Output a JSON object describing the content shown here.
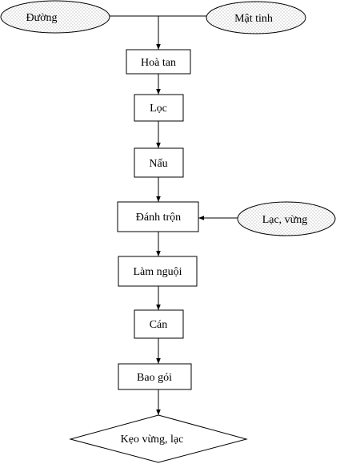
{
  "diagram": {
    "inputs": {
      "duong": "Đường",
      "mat_tinh": "Mật tinh",
      "lac_vung": "Lạc, vừng"
    },
    "steps": {
      "hoa_tan": "Hoà tan",
      "loc": "Lọc",
      "nau": "Nấu",
      "danh_tron": "Đánh trộn",
      "lam_nguoi": "Làm nguội",
      "can": "Cán",
      "bao_goi": "Bao gói"
    },
    "output": {
      "keo_vung_lac": "Kẹo vừng, lạc"
    },
    "colors": {
      "stroke": "#000000",
      "box_fill": "#ffffff",
      "ellipse_fill": "#ffffff",
      "dot_pattern": "#808080"
    }
  }
}
